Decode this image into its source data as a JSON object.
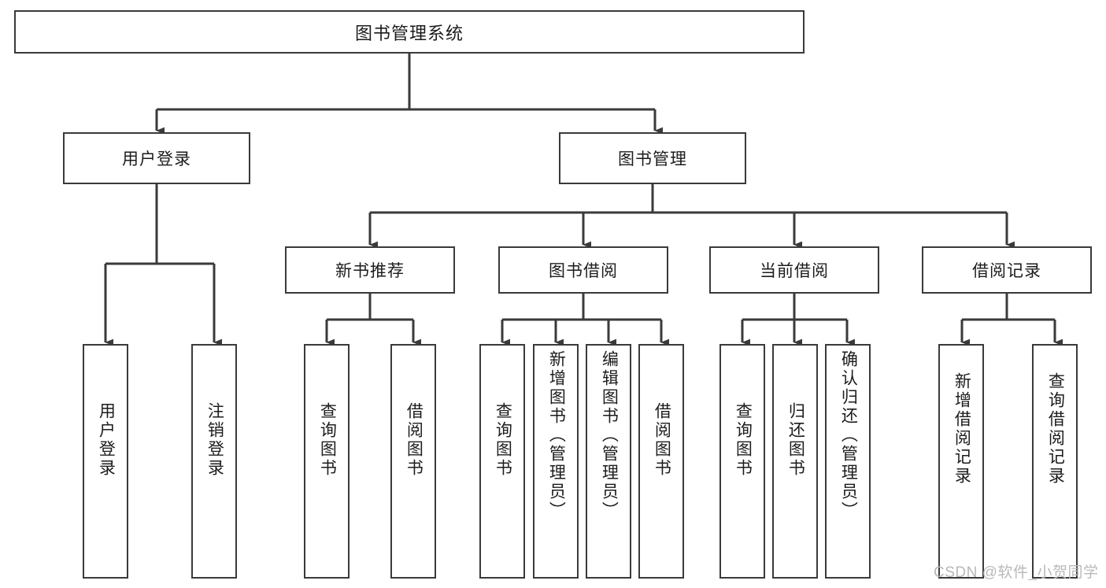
{
  "diagram": {
    "title": "图书管理系统",
    "type": "hierarchy-tree",
    "root": {
      "label": "图书管理系统"
    },
    "level2": [
      {
        "label": "用户登录"
      },
      {
        "label": "图书管理"
      }
    ],
    "level3": [
      {
        "label": "新书推荐"
      },
      {
        "label": "图书借阅"
      },
      {
        "label": "当前借阅"
      },
      {
        "label": "借阅记录"
      }
    ],
    "leaves": {
      "user_login": [
        {
          "label": "用户登录"
        },
        {
          "label": "注销登录"
        }
      ],
      "new_book_recommend": [
        {
          "label": "查询图书"
        },
        {
          "label": "借阅图书"
        }
      ],
      "book_borrow": [
        {
          "label": "查询图书"
        },
        {
          "label": "新增图书（管理员）"
        },
        {
          "label": "编辑图书（管理员）"
        },
        {
          "label": "借阅图书"
        }
      ],
      "current_borrow": [
        {
          "label": "查询图书"
        },
        {
          "label": "归还图书"
        },
        {
          "label": "确认归还（管理员）"
        }
      ],
      "borrow_record": [
        {
          "label": "新增借阅记录"
        },
        {
          "label": "查询借阅记录"
        }
      ]
    }
  },
  "watermark": {
    "text": "CSDN @软件_小贺同学"
  },
  "colors": {
    "border": "#3a3a3a",
    "background": "#ffffff",
    "text": "#1c1c1c",
    "watermark": "#b9b9b9"
  }
}
